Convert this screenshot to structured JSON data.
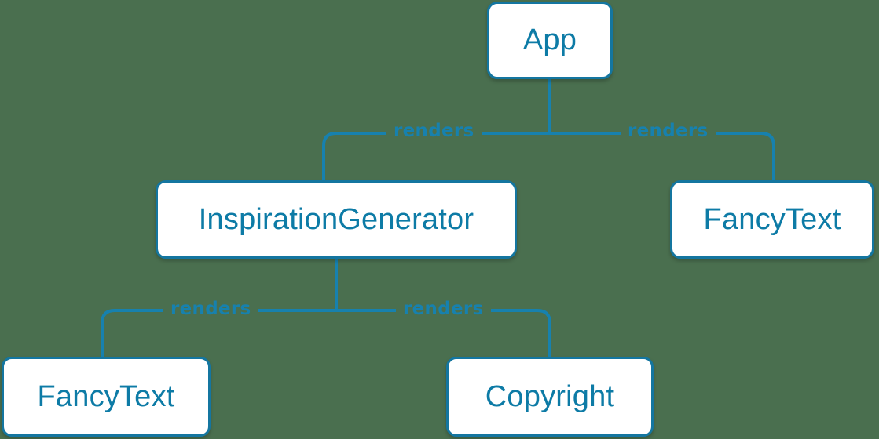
{
  "diagram": {
    "type": "component-tree",
    "background_color": "#4a6f4f",
    "node_border_color": "#1476a0",
    "node_text_color": "#0d7ba6",
    "edge_color": "#1781ae",
    "nodes": [
      {
        "id": "app",
        "label": "App"
      },
      {
        "id": "inspiration_generator",
        "label": "InspirationGenerator"
      },
      {
        "id": "fancytext_right",
        "label": "FancyText"
      },
      {
        "id": "fancytext_bottom",
        "label": "FancyText"
      },
      {
        "id": "copyright",
        "label": "Copyright"
      }
    ],
    "edges": [
      {
        "from": "app",
        "to": "inspiration_generator",
        "label": "renders"
      },
      {
        "from": "app",
        "to": "fancytext_right",
        "label": "renders"
      },
      {
        "from": "inspiration_generator",
        "to": "fancytext_bottom",
        "label": "renders"
      },
      {
        "from": "inspiration_generator",
        "to": "copyright",
        "label": "renders"
      }
    ]
  }
}
